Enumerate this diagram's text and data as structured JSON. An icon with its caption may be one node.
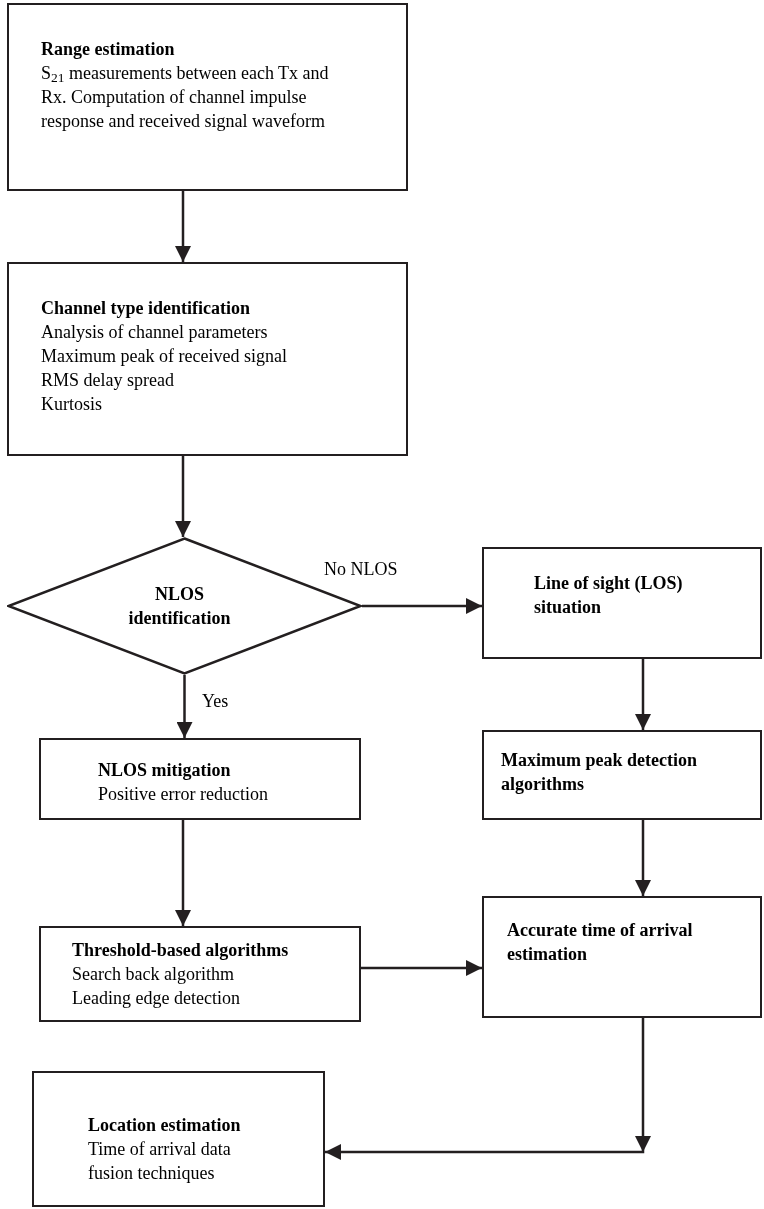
{
  "diagram": {
    "nodes": [
      {
        "text": [
          "Range estimation",
          "S$_{21}$ measurements between each Tx and Rx. Computation of channel impulse response and received signal waveform"
        ]
      },
      {
        "text": [
          "Channel type identification",
          "Analysis of channel parameters",
          "Maximum peak of received signal",
          "RMS delay spread",
          "Kurtosis"
        ]
      },
      {
        "text": [
          "NLOS identification"
        ]
      },
      {
        "text": [
          "Line of sight (LOS) situation"
        ]
      },
      {
        "text": [
          "NLOS mitigation",
          "Positive error reduction"
        ]
      },
      {
        "text": [
          "Maximum peak detection algorithms"
        ]
      },
      {
        "text": [
          "Threshold-based algorithms",
          "Search back algorithm",
          "Leading edge detection"
        ]
      },
      {
        "text": [
          "Accurate time of arrival estimation"
        ]
      },
      {
        "text": [
          "Location estimation",
          "Time of arrival data fusion techniques"
        ]
      }
    ],
    "edges": [
      {
        "from": 0,
        "to": 1,
        "arrow": "to"
      },
      {
        "from": 1,
        "to": 2,
        "arrow": "to"
      },
      {
        "from": 2,
        "to": 3,
        "arrow": "to",
        "label": "No NLOS"
      },
      {
        "from": 2,
        "to": 4,
        "arrow": "to",
        "label": "Yes"
      },
      {
        "from": 3,
        "to": 5,
        "arrow": "to"
      },
      {
        "from": 4,
        "to": 6,
        "arrow": "to"
      },
      {
        "from": 6,
        "to": 7,
        "arrow": "to"
      },
      {
        "from": 5,
        "to": 7,
        "arrow": "to"
      },
      {
        "from": 7,
        "to": 8,
        "arrow": "to"
      }
    ]
  }
}
